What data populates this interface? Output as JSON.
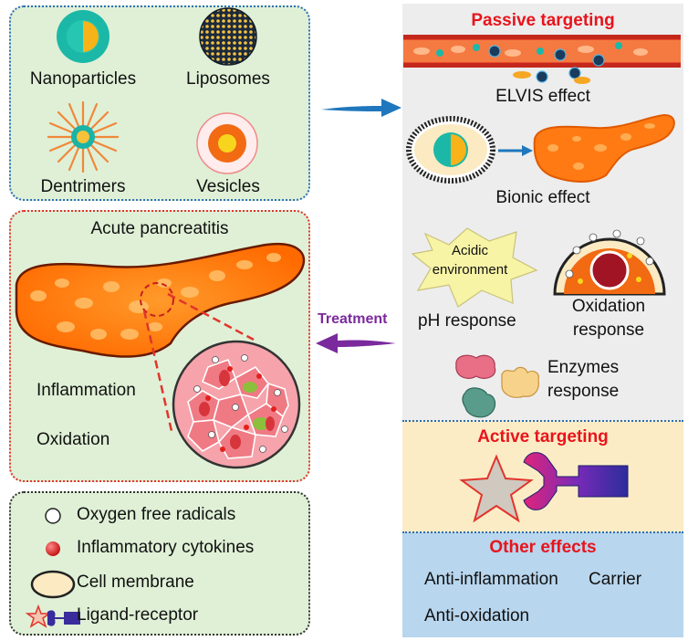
{
  "carriers": {
    "nanoparticles": "Nanoparticles",
    "liposomes": "Liposomes",
    "dendrimers": "Dentrimers",
    "vesicles": "Vesicles"
  },
  "pancreatitis": {
    "title": "Acute pancreatitis",
    "inflammation": "Inflammation",
    "oxidation": "Oxidation"
  },
  "legend": {
    "items": [
      "Oxygen free radicals",
      "Inflammatory cytokines",
      "Cell membrane",
      "Ligand-receptor"
    ]
  },
  "treatment_label": "Treatment",
  "passive": {
    "title": "Passive targeting",
    "elvis": "ELVIS effect",
    "bionic": "Bionic effect",
    "acidic_1": "Acidic",
    "acidic_2": "environment",
    "ph": "pH response",
    "oxidation_1": "Oxidation",
    "oxidation_2": "response",
    "enzymes_1": "Enzymes",
    "enzymes_2": "response"
  },
  "active": {
    "title": "Active targeting"
  },
  "other": {
    "title": "Other effects",
    "anti_inflammation": "Anti-inflammation",
    "carrier": "Carrier",
    "anti_oxidation": "Anti-oxidation"
  },
  "colors": {
    "panel_green": "#dff0d6",
    "right_gray": "#ededed",
    "active_bg": "#fcecc6",
    "other_bg": "#b8d6ee",
    "title_red": "#e8141c",
    "treatment_purple": "#7a2a9c",
    "arrow_blue": "#1f77bd",
    "tissue_orange": "#ff7a12"
  },
  "icons": [
    "nanoparticle-icon",
    "liposome-icon",
    "dendrimer-icon",
    "vesicle-icon",
    "pancreas-icon",
    "blood-vessel-icon",
    "cell-membrane-icon",
    "ligand-receptor-icon",
    "enzyme-icon"
  ]
}
